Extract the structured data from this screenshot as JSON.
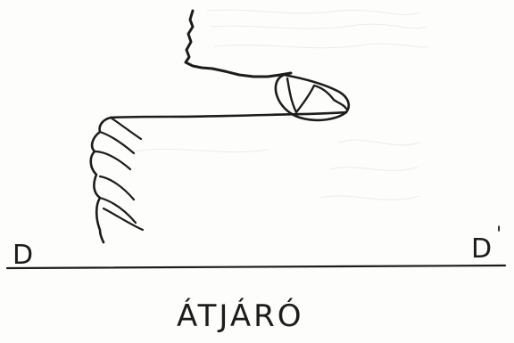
{
  "labels": {
    "left_marker": "D",
    "right_marker": "D",
    "right_marker_prime": "'",
    "caption": "ÁTJÁRÓ"
  },
  "colors": {
    "ink": "#1c1c1c",
    "paper": "#fdfdfb"
  }
}
